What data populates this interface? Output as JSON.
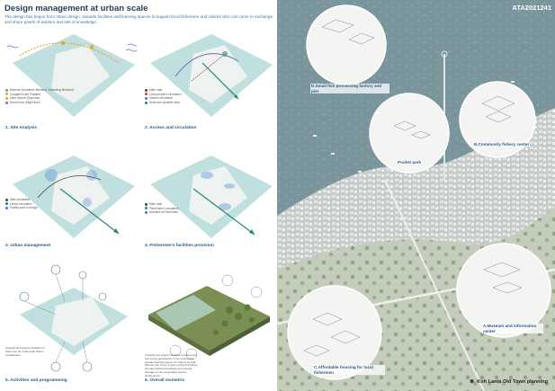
{
  "header": {
    "title": "Design management at urban scale",
    "description": "The design has begun from urban design, towards facilities and learning spaces to support local fishermen and visitors who can come to exchange and share pearls of wisdom and bits of knowledge."
  },
  "panels": [
    {
      "label": "1. Site Analysis",
      "legend": [
        "Museum (Andaman Museum, Kalawang Museum)",
        "Cungalin Kuda Thailand",
        "Land breeze (Day time)",
        "Sea breeze (Night time)"
      ],
      "legend_colors": [
        "#8c8c8c",
        "#e0a53a",
        "#e0a53a",
        "#7a6ad0"
      ]
    },
    {
      "label": "2. Access and circulation",
      "legend": [
        "Main road",
        "Local people's circulation",
        "Visitor's circulation",
        "Node and possible area"
      ],
      "legend_colors": [
        "#444444",
        "#c04040",
        "#6a6ab8",
        "#1f8a6a"
      ]
    },
    {
      "label": "3. Urban management",
      "legend": [
        "Main circulation",
        "Linked circulation",
        "Facility area in design"
      ],
      "legend_colors": [
        "#444444",
        "#1f8a6a",
        "#3a7ad0"
      ]
    },
    {
      "label": "4. Fishermen's facilities provision",
      "legend": [
        "Main road",
        "Fishermen's circulation",
        "Activities for fishermen"
      ],
      "legend_colors": [
        "#444444",
        "#1f8a6a",
        "#3a7ad0"
      ]
    },
    {
      "label": "5. Activities and programming",
      "note": "Towards and support facilities for fishermen for small scale fishery revitalization."
    },
    {
      "label": "6. Overall isometric",
      "note": "Towards and support facilities for fishermen and young generations in the community, provide learning spaces for visitors as well. Women can come to learn joining the fishery and agricultural knowledge and cultural heritage for the sustainable tourism development."
    }
  ],
  "right": {
    "code": "ATA2021241",
    "vignettes": [
      {
        "label": "D.Small fish processing factory and pier"
      },
      {
        "label": "B.Community fishery center"
      },
      {
        "label": "Pocket park"
      },
      {
        "label": "A.Museum and information center"
      },
      {
        "label": "C.Affordable housing for local fishermen"
      }
    ],
    "footer": "Koh Lanta Old Town planning"
  },
  "colors": {
    "accent": "#1e5a8a",
    "sea": "#bfe0de",
    "land": "#eef3f1",
    "green": "#1f8a6a",
    "map_dark": "#6f8f98"
  }
}
